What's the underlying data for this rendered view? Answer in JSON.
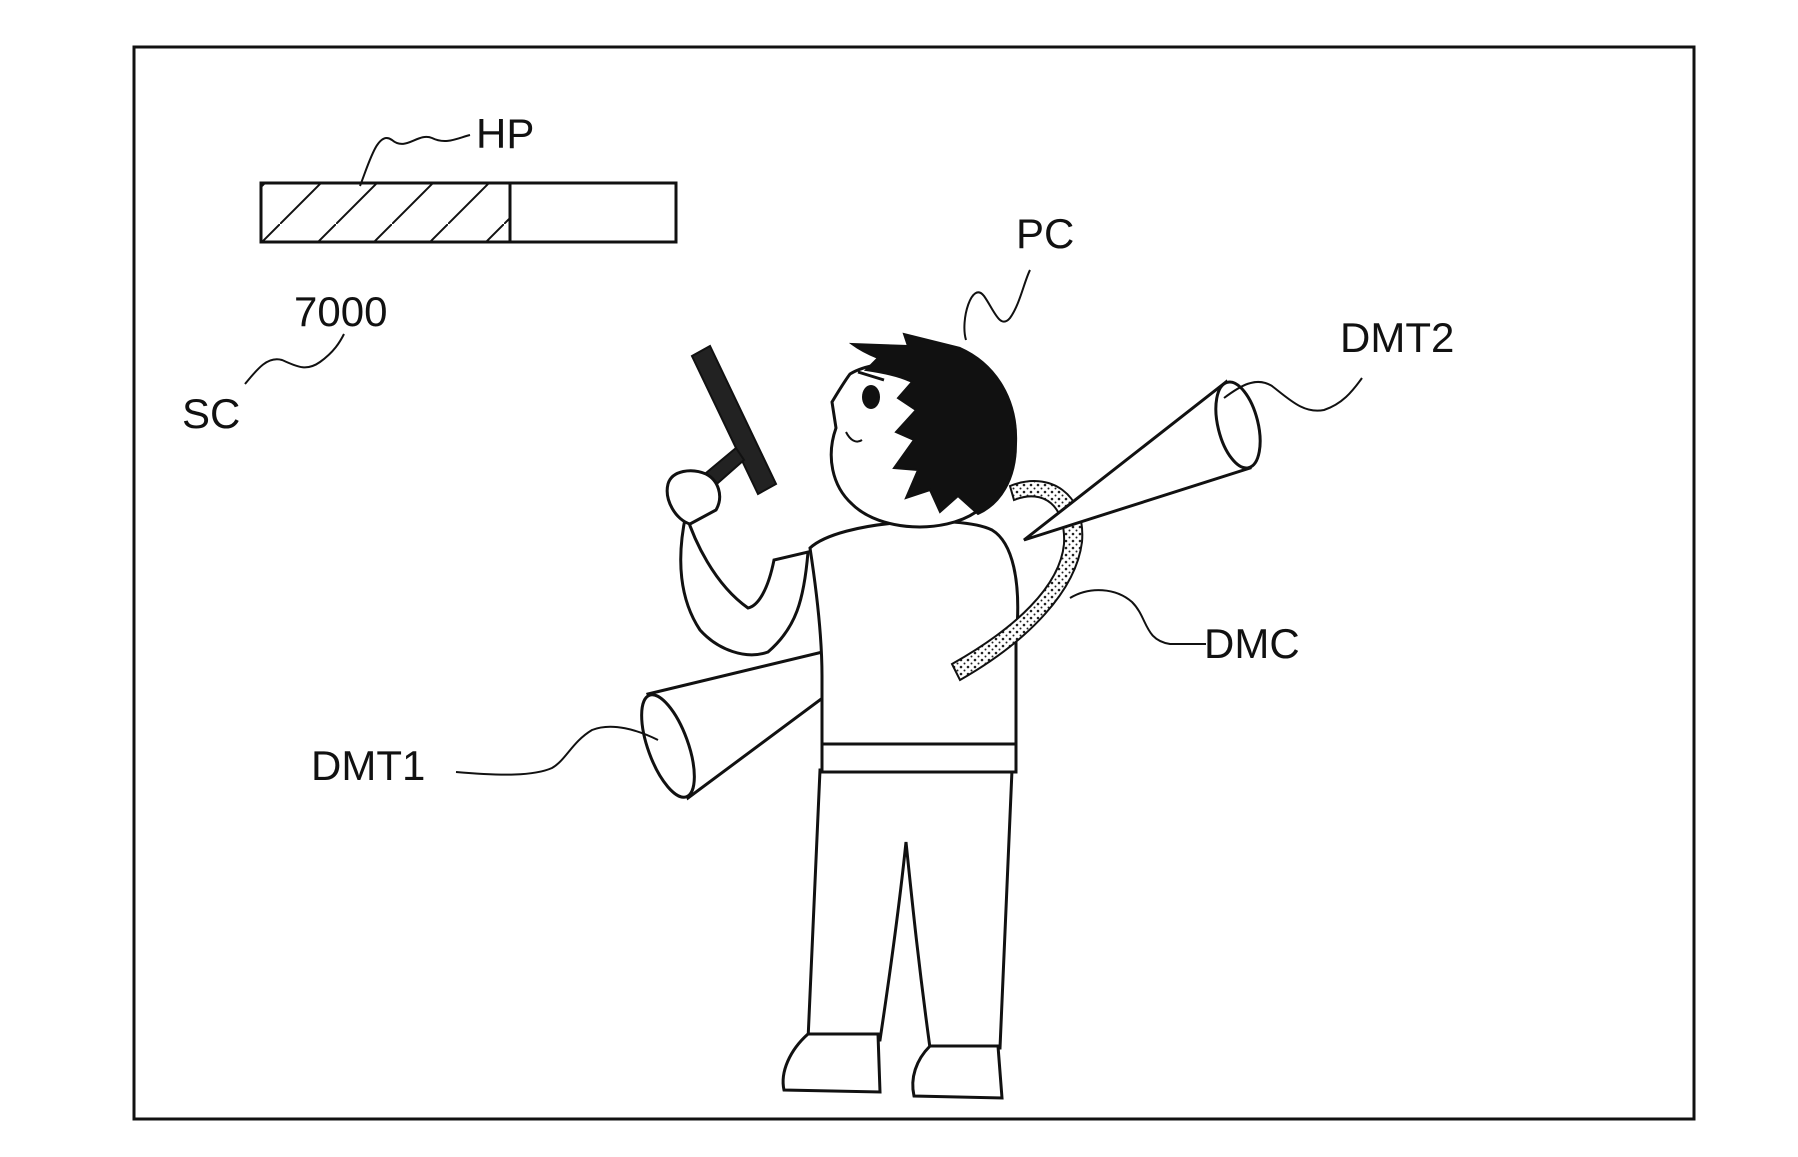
{
  "screen": {
    "labels": {
      "hp": "HP",
      "score_value": "7000",
      "score": "SC",
      "player_character": "PC",
      "damage_target_1": "DMT1",
      "damage_target_2": "DMT2",
      "damage_marker": "DMC"
    },
    "hp_gauge": {
      "fill_fraction": 0.6
    },
    "colors": {
      "ink": "#111111",
      "background": "#ffffff"
    }
  }
}
